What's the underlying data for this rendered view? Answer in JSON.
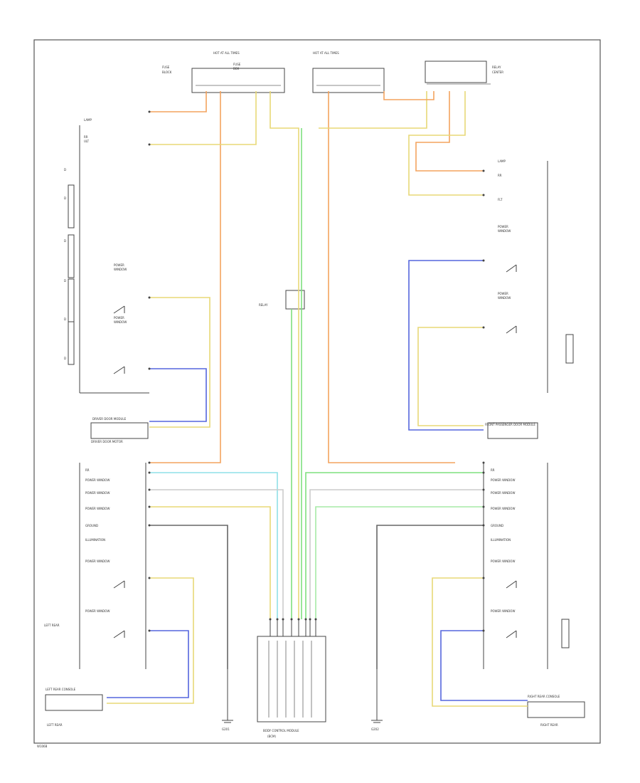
{
  "colors": {
    "orange": "#f3a35e",
    "yellow": "#e8d877",
    "green": "#7ee07e",
    "blue": "#5566dd",
    "cyan": "#8fe0e8",
    "white": "#cccccc"
  },
  "labels": {
    "top_left_hot": "HOT AT ALL TIMES",
    "top_right_hot": "HOT AT ALL TIMES",
    "left_panel_title": "DRIVER DOOR MODULE",
    "right_panel_title": "FRONT PASSENGER DOOR MODULE",
    "left_rear_title": "LEFT REAR CONSOLE",
    "right_rear_title": "RIGHT REAR CONSOLE",
    "center_module": "BODY CONTROL MODULE",
    "ground_left": "G201",
    "ground_right": "G202",
    "footer": "W106B"
  }
}
